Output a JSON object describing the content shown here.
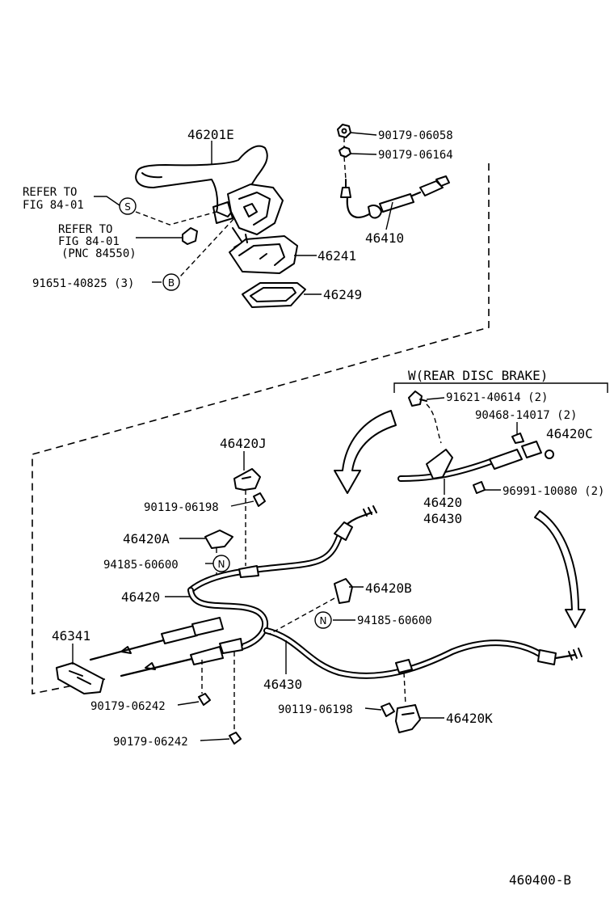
{
  "diagram_code": "460400-B",
  "callouts": {
    "p46201E": "46201E",
    "p90179_06058": "90179-06058",
    "p90179_06164": "90179-06164",
    "refer1_line1": "REFER TO",
    "refer1_line2": "FIG 84-01",
    "refer2_line1": "REFER TO",
    "refer2_line2": "FIG 84-01",
    "refer2_line3": "(PNC 84550)",
    "p46410": "46410",
    "p46241": "46241",
    "p91651_40825": "91651-40825 (3)",
    "p46249": "46249",
    "p46420J": "46420J",
    "p90119_06198_a": "90119-06198",
    "p46420A": "46420A",
    "p94185_60600_a": "94185-60600",
    "p46420_main": "46420",
    "p46420B": "46420B",
    "p94185_60600_b": "94185-60600",
    "p46341": "46341",
    "p46430": "46430",
    "p90179_06242_a": "90179-06242",
    "p90119_06198_b": "90119-06198",
    "p46420K": "46420K",
    "p90179_06242_b": "90179-06242"
  },
  "inset": {
    "title": "W(REAR DISC BRAKE)",
    "p91621_40614": "91621-40614 (2)",
    "p90468_14017": "90468-14017 (2)",
    "p46420C": "46420C",
    "p46420": "46420",
    "p46430": "46430",
    "p96991_10080": "96991-10080 (2)"
  },
  "circle_markers": {
    "s": "S",
    "b": "B",
    "n1": "N",
    "n2": "N"
  }
}
